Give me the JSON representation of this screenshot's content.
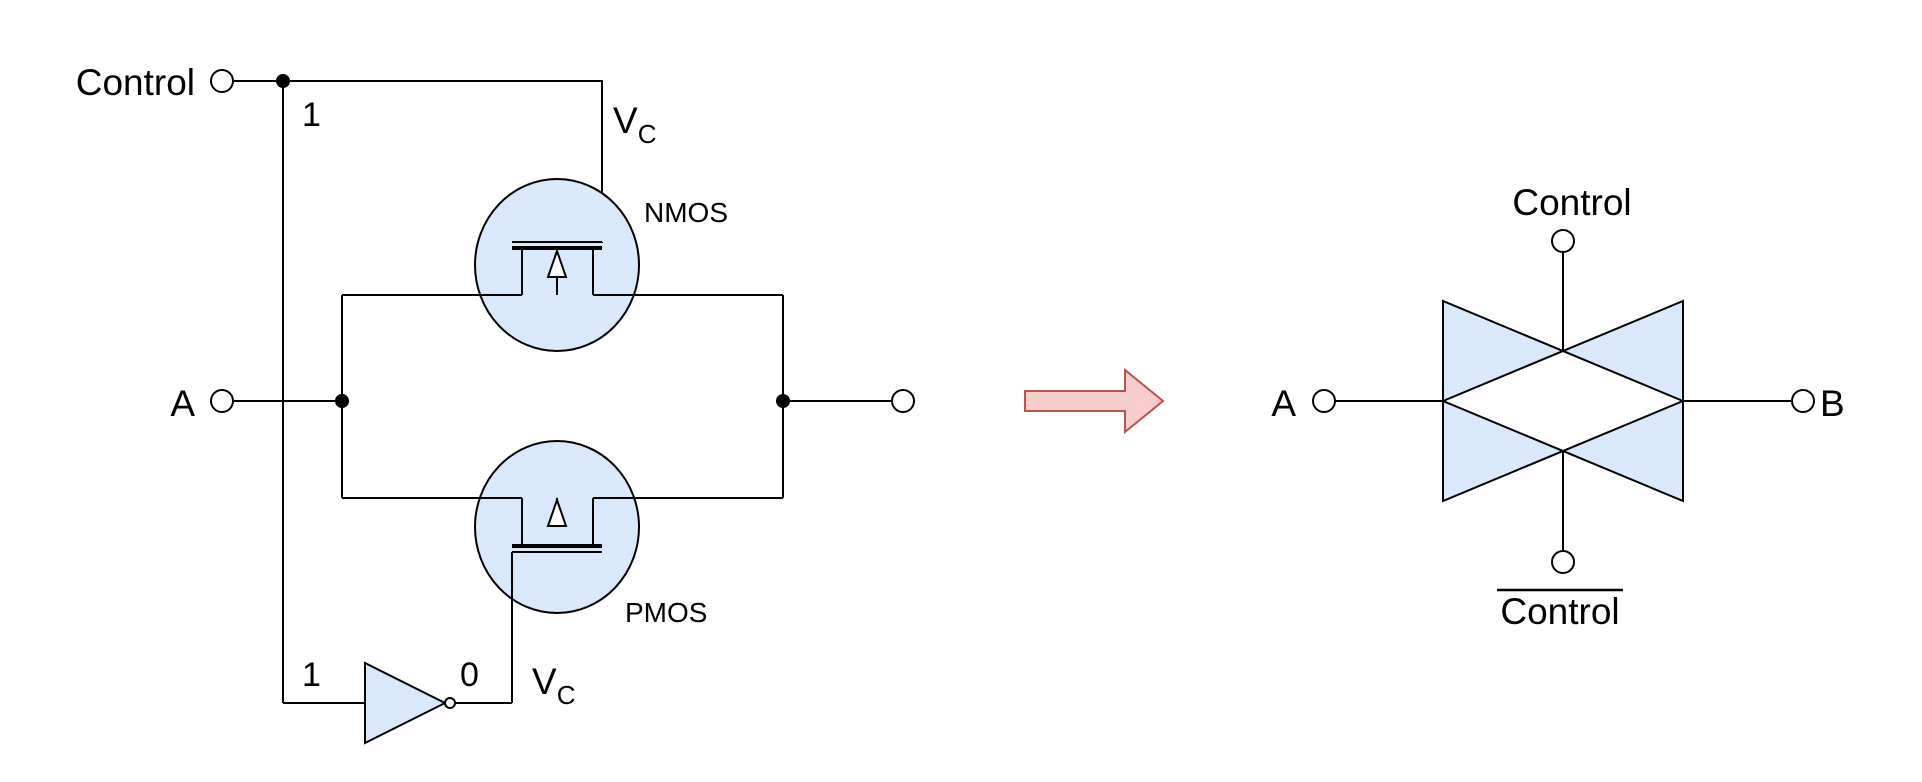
{
  "colors": {
    "stroke": "#000000",
    "fill_blue": "#dae8fc",
    "arrow_fill": "#f8cecc",
    "arrow_stroke": "#b85450"
  },
  "left_circuit": {
    "control_label": "Control",
    "input_label": "A",
    "bit_top": "1",
    "bit_inv_in": "1",
    "bit_inv_out": "0",
    "vc_top": {
      "main": "V",
      "sub": "C"
    },
    "vc_bottom": {
      "main": "V",
      "sub": "C"
    },
    "nmos_label": "NMOS",
    "pmos_label": "PMOS"
  },
  "transmission_gate": {
    "control_label": "Control",
    "control_bar_label": "Control",
    "input_label": "A",
    "output_label": "B"
  },
  "arrow": {
    "icon": "right-arrow-icon"
  }
}
